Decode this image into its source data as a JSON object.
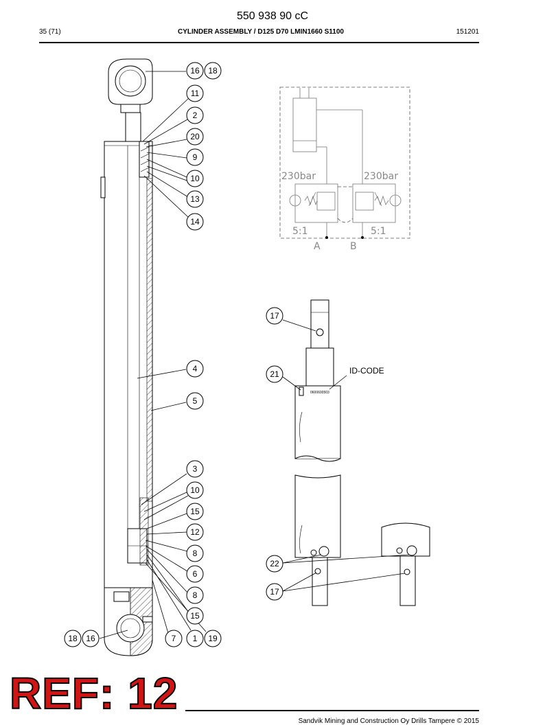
{
  "header": {
    "doc_number": "550 938 90 cC",
    "page": "35 (71)",
    "title": "CYLINDER ASSEMBLY / D125 D70 LMIN1660 S1100",
    "date_code": "151201"
  },
  "callouts": {
    "left": [
      "16",
      "18",
      "11",
      "2",
      "20",
      "9",
      "10",
      "13",
      "14",
      "4",
      "5",
      "3",
      "10",
      "15",
      "12",
      "8",
      "6",
      "8",
      "15"
    ],
    "bottom": [
      "18",
      "16",
      "7",
      "1",
      "19"
    ],
    "detail": [
      "17",
      "21",
      "22",
      "17"
    ]
  },
  "hydraulic": {
    "pressure_left": "230bar",
    "pressure_right": "230bar",
    "ratio_left": "5:1",
    "ratio_right": "5:1",
    "port_a": "A",
    "port_b": "B"
  },
  "id_code_label": "ID-CODE",
  "serial_plate": "0600600503",
  "stamp": "REF: 12",
  "footer": "Sandvik Mining and Construction Oy Drills Tampere © 2015"
}
